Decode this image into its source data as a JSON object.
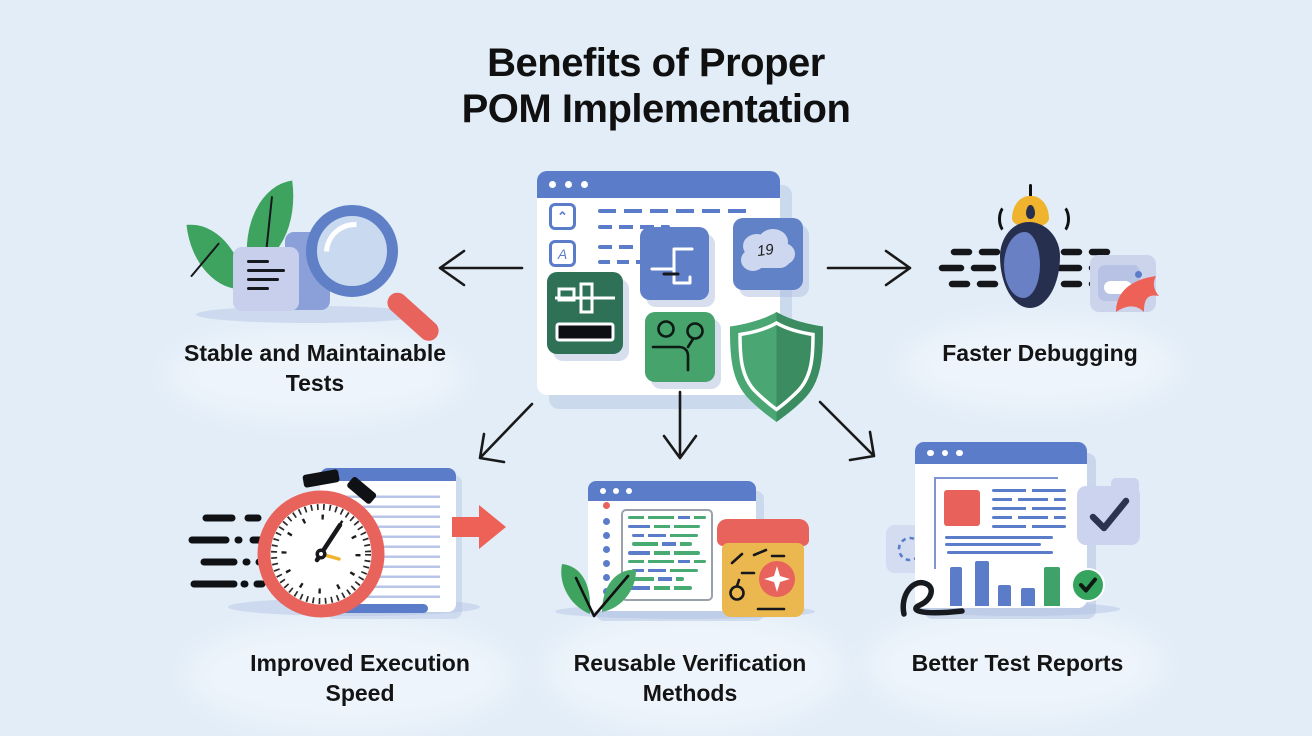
{
  "title": {
    "lines": [
      "Benefits of Proper",
      "POM Implementation"
    ]
  },
  "center": {
    "cloud_badge_text": "19"
  },
  "benefits": [
    {
      "id": "stable-maintainable-tests",
      "lines": [
        "Stable and Maintainable",
        "Tests"
      ]
    },
    {
      "id": "faster-debugging",
      "lines": [
        "Faster Debugging"
      ]
    },
    {
      "id": "improved-execution-speed",
      "lines": [
        "Improved Execution",
        "Speed"
      ]
    },
    {
      "id": "reusable-verification-methods",
      "lines": [
        "Reusable Verification",
        "Methods"
      ]
    },
    {
      "id": "better-test-reports",
      "lines": [
        "Better Test Reports"
      ]
    }
  ],
  "colors": {
    "background": "#e2edf8",
    "title_text": "#101010",
    "label_text": "#141414",
    "primary_blue": "#5b7dc9",
    "periwinkle": "#8ba0d8",
    "lavender_card": "#ccd4ec",
    "dark_green": "#2e7157",
    "medium_green": "#45a36b",
    "shield_green": "#4aa673",
    "red_accent": "#e8635c",
    "yellow_accent": "#efb32d",
    "navy": "#2a3150",
    "arrow_black": "#191919"
  }
}
